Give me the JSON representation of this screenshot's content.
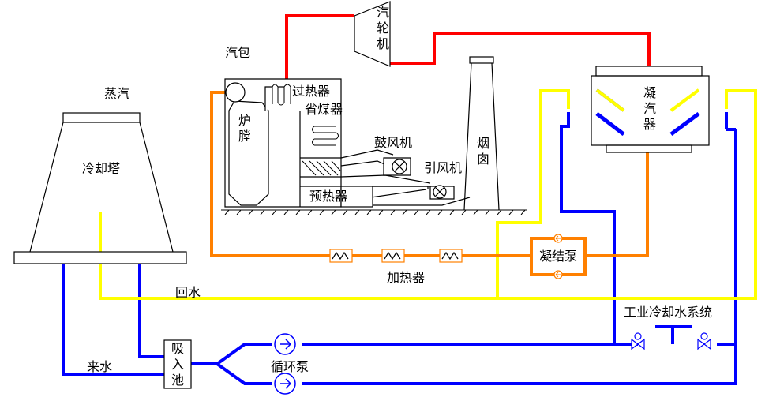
{
  "labels": {
    "steam": "蒸汽",
    "cooling_tower": "冷却塔",
    "return_water": "回水",
    "incoming_water": "来水",
    "suction_pool": "吸入池",
    "circulating_pump": "循环泵",
    "drum": "汽包",
    "furnace": "炉膛",
    "superheater": "过热器",
    "economizer": "省煤器",
    "forced_draft_fan": "鼓风机",
    "induced_draft_fan": "引风机",
    "air_preheater": "预热器",
    "chimney": "烟囱",
    "turbine": "汽轮机",
    "condenser": "凝汽器",
    "condensate_pump": "凝结泵",
    "heater": "加热器",
    "industrial_cooling_system": "工业冷却水系统"
  },
  "colors": {
    "steam_line": "#ff0000",
    "feedwater_line": "#ff8000",
    "return_line": "#ffff00",
    "cooling_line": "#0000ff",
    "equipment_outline": "#000000"
  },
  "icons": {
    "pump": "circle-arrow-icon",
    "fan": "circle-x-icon",
    "heater": "box-zigzag-icon",
    "valve": "bowtie-valve-icon"
  }
}
